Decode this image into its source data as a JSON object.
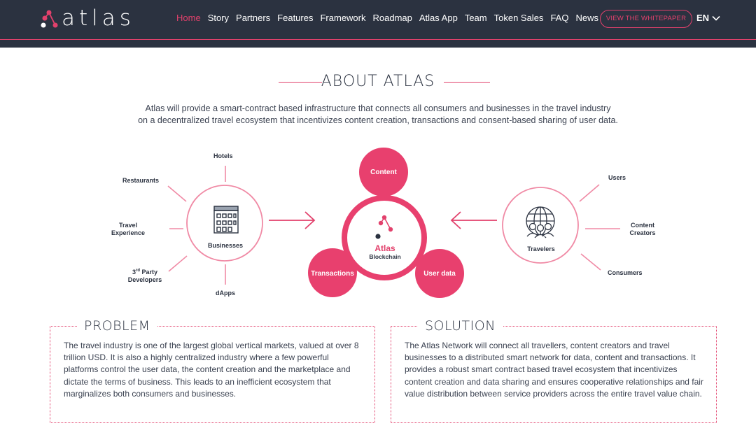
{
  "header": {
    "brand": "atlas",
    "nav": [
      "Home",
      "Story",
      "Partners",
      "Features",
      "Framework",
      "Roadmap",
      "Atlas App",
      "Team",
      "Token Sales",
      "FAQ",
      "News"
    ],
    "active_index": 0,
    "whitepaper_label": "VIEW THE WHITEPAPER",
    "language": "EN"
  },
  "about": {
    "title": "ABOUT ATLAS",
    "description_line1": "Atlas will provide a smart-contract based infrastructure that connects all consumers and businesses in the travel industry",
    "description_line2": "on a decentralized travel ecosystem that incentivizes content creation, transactions and consent-based sharing of user data."
  },
  "diagram": {
    "businesses": {
      "label": "Businesses",
      "spokes": [
        "Hotels",
        "Restaurants",
        "Travel Experience",
        "3rd Party Developers",
        "dApps"
      ]
    },
    "center": {
      "name": "Atlas",
      "subtitle": "Blockchain",
      "petals": [
        "Content",
        "Transactions",
        "User data"
      ]
    },
    "travelers": {
      "label": "Travelers",
      "spokes": [
        "Users",
        "Content Creators",
        "Consumers"
      ]
    }
  },
  "problem": {
    "title": "PROBLEM",
    "text": "The travel industry is one of the largest global vertical markets, valued at over 8 trillion USD. It is also a highly centralized industry where a few powerful platforms control the user data, the content creation and the marketplace and dictate the terms of business. This leads to an inefficient ecosystem that marginalizes both consumers and businesses."
  },
  "solution": {
    "title": "SOLUTION",
    "text": "The Atlas Network will connect all travellers, content creators and travel businesses to a distributed smart network for data, content and transactions. It provides a robust smart contract based travel ecosystem that incentivizes content creation and data sharing and ensures cooperative relationships and fair value distribution between service providers across the entire travel value chain."
  },
  "colors": {
    "accent": "#e2416c",
    "header_bg": "#2b3240",
    "text": "#2b3240"
  }
}
